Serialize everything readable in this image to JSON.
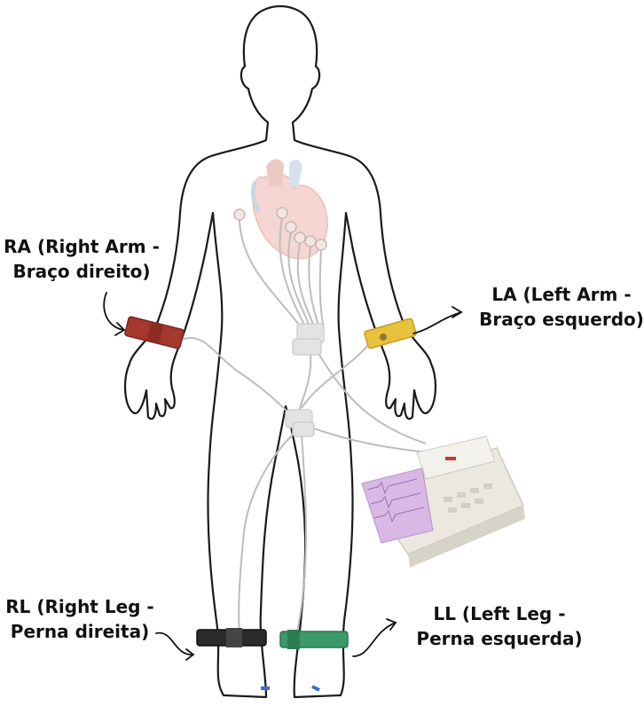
{
  "labels": {
    "ra": {
      "line1": "RA (Right Arm -",
      "line2": "Braço direito)"
    },
    "la": {
      "line1": "LA (Left Arm -",
      "line2": "Braço esquerdo)"
    },
    "rl": {
      "line1": "RL (Right Leg -",
      "line2": "Perna direita)"
    },
    "ll": {
      "line1": "LL (Left Leg -",
      "line2": "Perna esquerda)"
    }
  },
  "colors": {
    "body_outline": "#1a1a1a",
    "heart": "#f3c9c4",
    "wires": "#bdbdbd",
    "electrode_ra": "#a5372f",
    "electrode_la": "#e8c13d",
    "electrode_rl": "#2b2b2b",
    "electrode_ll": "#3c9a6a",
    "ecg_paper": "#d9b8e6",
    "ecg_machine": "#ece8e0"
  }
}
